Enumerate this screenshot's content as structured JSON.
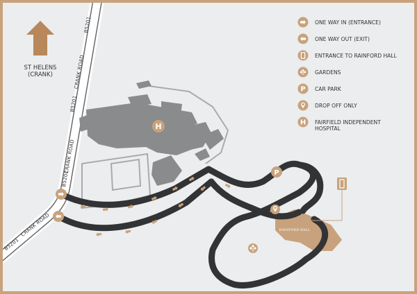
{
  "colors": {
    "frame": "#c8a27c",
    "background": "#ebedef",
    "buildings": "#8a8b8d",
    "grounds_outline": "#a9aaac",
    "access_road": "#323335",
    "accent": "#c8a27c",
    "arrow": "#b8875a"
  },
  "direction": {
    "label_line1": "ST HELENS",
    "label_line2": "(CRANK)",
    "icon": "arrow-up-icon"
  },
  "roads": {
    "b5201_top": "B5201",
    "crank_road_upper": "CRANK ROAD",
    "b5201_mid": "B5201",
    "crank_road_mid": "CRANK ROAD",
    "b5201_lower": "B5201",
    "b5201_bottom": "B5201",
    "crank_road_bottom": "CRANK ROAD"
  },
  "map_features": {
    "hospital_marker": "H",
    "car_park_marker": "P",
    "hall_label_line1": "RAINFORD HALL"
  },
  "legend": [
    {
      "icon": "one-way-in-icon",
      "label": "ONE WAY IN (ENTRANCE)"
    },
    {
      "icon": "one-way-out-icon",
      "label": "ONE WAY OUT (EXIT)"
    },
    {
      "icon": "door-icon",
      "label": "ENTRANCE TO RAINFORD HALL"
    },
    {
      "icon": "flower-icon",
      "label": "GARDENS"
    },
    {
      "icon": "car-park-icon",
      "label": "CAR PARK",
      "letter": "P"
    },
    {
      "icon": "map-pin-icon",
      "label": "DROP OFF ONLY"
    },
    {
      "icon": "hospital-icon",
      "label": "FAIRFIELD INDEPENDENT",
      "label2": "HOSPITAL",
      "letter": "H"
    }
  ]
}
